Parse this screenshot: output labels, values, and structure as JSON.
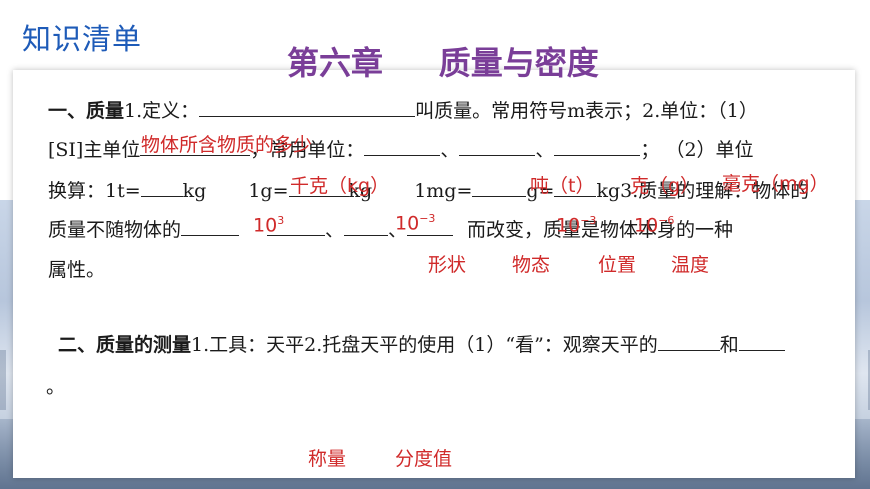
{
  "header": {
    "section_label": "知识清单",
    "chapter_title": "第六章     质量与密度"
  },
  "part1": {
    "line1_a": "一、质量",
    "line1_b": "1.定义：",
    "line1_c": "叫质量。常用符号m表示；2.单位：（1）",
    "line2_a": "[SI]主单位",
    "line2_b": "，常用单位：",
    "line2_c": "、",
    "line2_d": "、",
    "line2_e": "；    （2）单位",
    "line3_a": "换算：1t=",
    "line3_b": "kg",
    "line3_c": "1g=",
    "line3_d": "kg",
    "line3_e": "1mg=",
    "line3_f": "g=",
    "line3_g": "kg3.质量的理解：物体的",
    "line4_a": "质量不随物体的",
    "line4_b": "、",
    "line4_c": "而改变，质量是物体本身的一种",
    "line5": "属性。"
  },
  "part2": {
    "line1_a": "二、质量的测量",
    "line1_b": "1.工具：天平2.托盘天平的使用（1）“看”：观察天平的",
    "line1_c": "和",
    "line2": "。"
  },
  "answers": {
    "definition": "物体所含物质的多少",
    "unit_kg": "千克（kg）",
    "unit_t": "吨（t）",
    "unit_g": "克（g）",
    "unit_mg": "毫克（mg）",
    "conv1_base": "10",
    "conv1_exp": "3",
    "conv2_base": "10",
    "conv2_exp": "−3",
    "conv3_base": "10",
    "conv3_exp": "−3",
    "conv4_base": "10",
    "conv4_exp": "−6",
    "shape": "形状",
    "state": "物态",
    "position": "位置",
    "temperature": "温度",
    "range": "称量",
    "division": "分度值"
  }
}
